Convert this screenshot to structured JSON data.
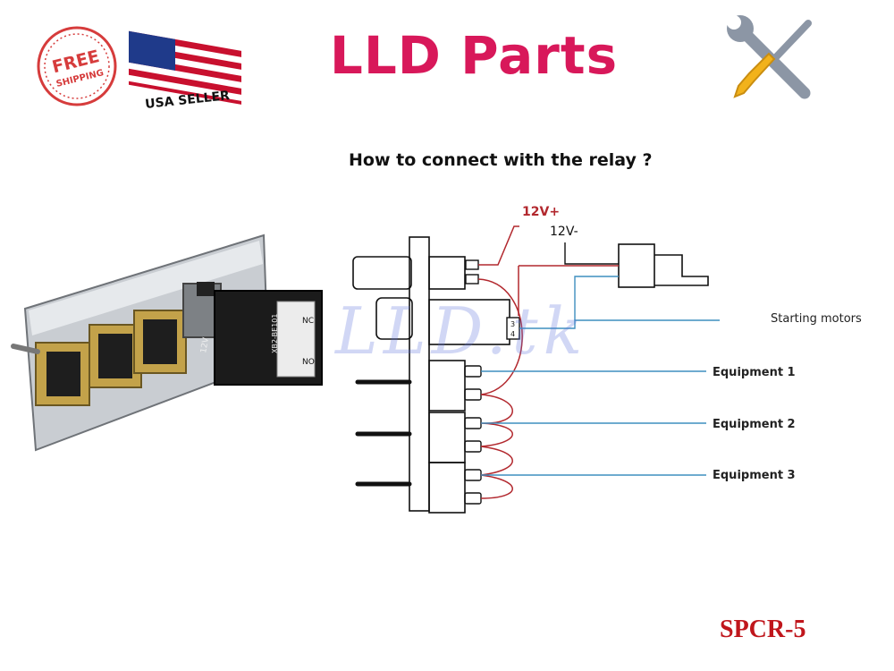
{
  "header": {
    "brand": "LLD Parts",
    "free_shipping_badge": [
      "FREE",
      "SHIPPING"
    ],
    "usa_seller_badge": "USA SELLER",
    "tools_icon": "crossed-wrench-screwdriver-icon"
  },
  "diagram": {
    "title": "How to connect with the relay ?",
    "labels": {
      "power_positive": "12V+",
      "power_negative": "12V-",
      "starting_motors": "Starting motors",
      "equipment_1": "Equipment 1",
      "equipment_2": "Equipment 2",
      "equipment_3": "Equipment 3"
    },
    "relay_pins": [
      "3",
      "4"
    ],
    "watermark": "LLD.tk"
  },
  "photo": {
    "button_label": "12V",
    "block_text": [
      "XB2-BE101",
      "NC",
      "NO"
    ]
  },
  "footer": {
    "product_code": "SPCR-5"
  },
  "colors": {
    "brand": "#d8185a",
    "code": "#c0161c",
    "wire_red": "#b2282e",
    "wire_blue": "#3f8fbf"
  }
}
